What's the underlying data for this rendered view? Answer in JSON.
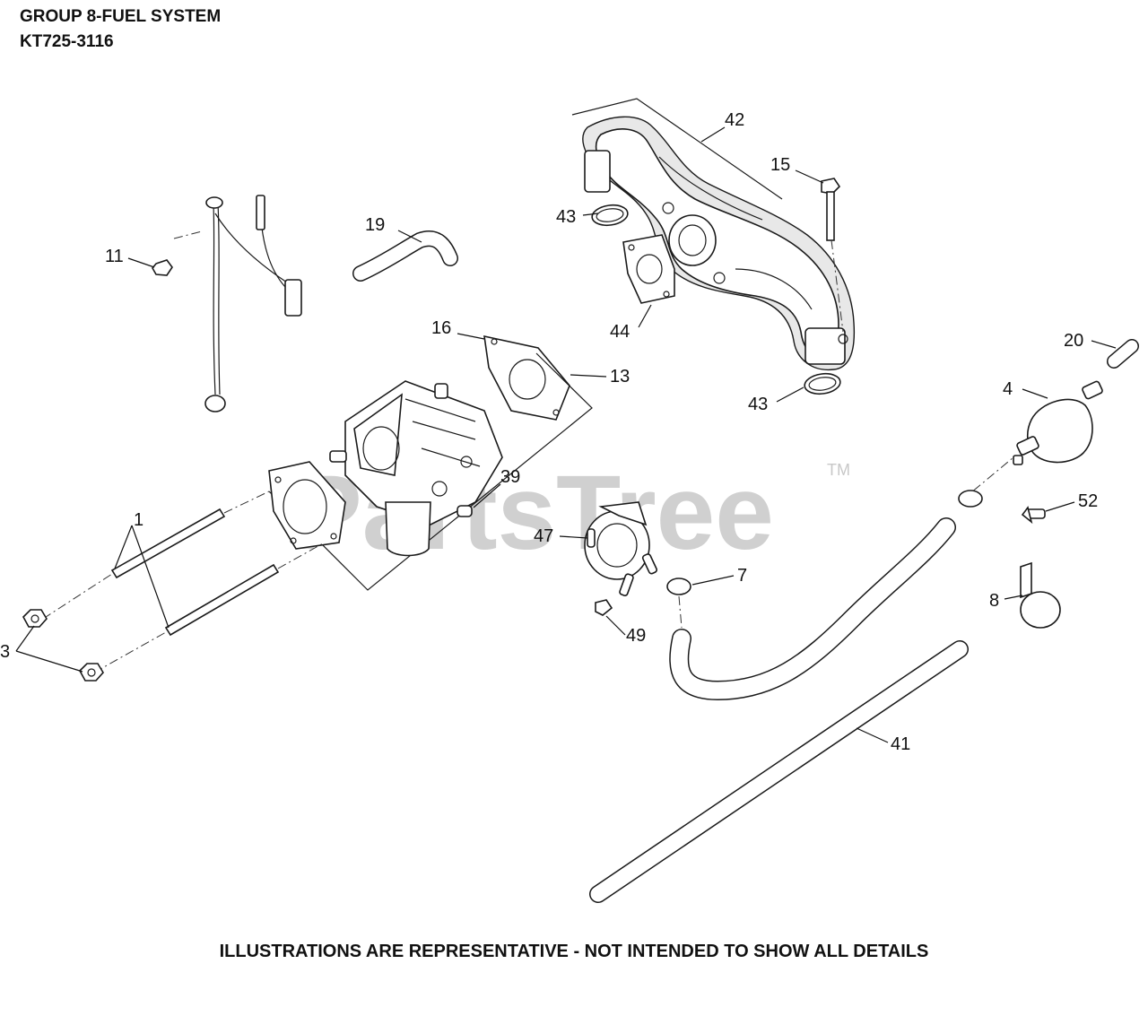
{
  "header": {
    "title": "GROUP 8-FUEL SYSTEM",
    "model": "KT725-3116"
  },
  "watermark": {
    "brand": "PartsTree",
    "trademark": "TM"
  },
  "footer": {
    "note": "ILLUSTRATIONS ARE REPRESENTATIVE - NOT INTENDED TO SHOW ALL DETAILS"
  },
  "callouts": {
    "p1": "1",
    "p3": "3",
    "p4": "4",
    "p7": "7",
    "p8": "8",
    "p11": "11",
    "p13": "13",
    "p15": "15",
    "p16": "16",
    "p19": "19",
    "p20": "20",
    "p39": "39",
    "p41": "41",
    "p42": "42",
    "p43a": "43",
    "p43b": "43",
    "p44": "44",
    "p47": "47",
    "p49": "49",
    "p52": "52"
  }
}
